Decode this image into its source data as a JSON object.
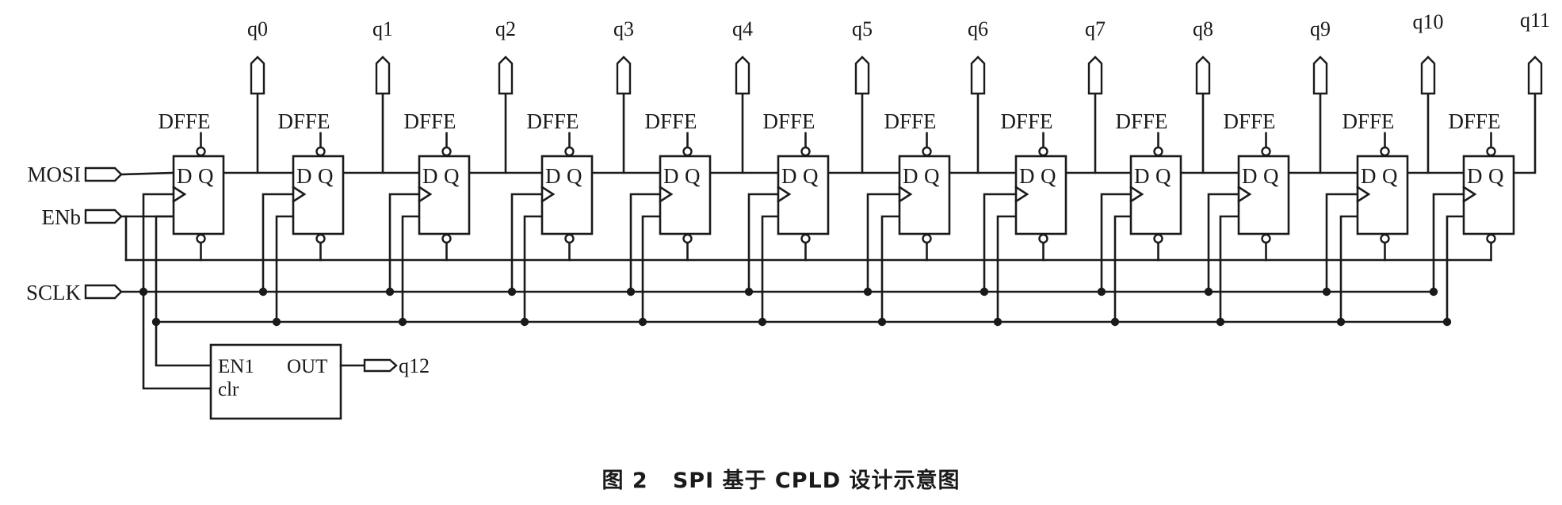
{
  "inputs": {
    "mosi": "MOSI",
    "enb": "ENb",
    "sclk": "SCLK"
  },
  "flip_flops": [
    {
      "type": "DFFE",
      "d": "D",
      "q": "Q",
      "output": "q0"
    },
    {
      "type": "DFFE",
      "d": "D",
      "q": "Q",
      "output": "q1"
    },
    {
      "type": "DFFE",
      "d": "D",
      "q": "Q",
      "output": "q2"
    },
    {
      "type": "DFFE",
      "d": "D",
      "q": "Q",
      "output": "q3"
    },
    {
      "type": "DFFE",
      "d": "D",
      "q": "Q",
      "output": "q4"
    },
    {
      "type": "DFFE",
      "d": "D",
      "q": "Q",
      "output": "q5"
    },
    {
      "type": "DFFE",
      "d": "D",
      "q": "Q",
      "output": "q6"
    },
    {
      "type": "DFFE",
      "d": "D",
      "q": "Q",
      "output": "q7"
    },
    {
      "type": "DFFE",
      "d": "D",
      "q": "Q",
      "output": "q8"
    },
    {
      "type": "DFFE",
      "d": "D",
      "q": "Q",
      "output": "q9"
    },
    {
      "type": "DFFE",
      "d": "D",
      "q": "Q",
      "output": "q10"
    },
    {
      "type": "DFFE",
      "d": "D",
      "q": "Q",
      "output": "q11"
    }
  ],
  "counter": {
    "en_pin": "EN1",
    "out_pin": "OUT",
    "clr_pin": "clr",
    "output": "q12"
  },
  "caption": {
    "figure": "图 2",
    "title": "SPI 基于 CPLD 设计示意图"
  },
  "colors": {
    "ink": "#1a1a1a",
    "background": "#ffffff"
  }
}
